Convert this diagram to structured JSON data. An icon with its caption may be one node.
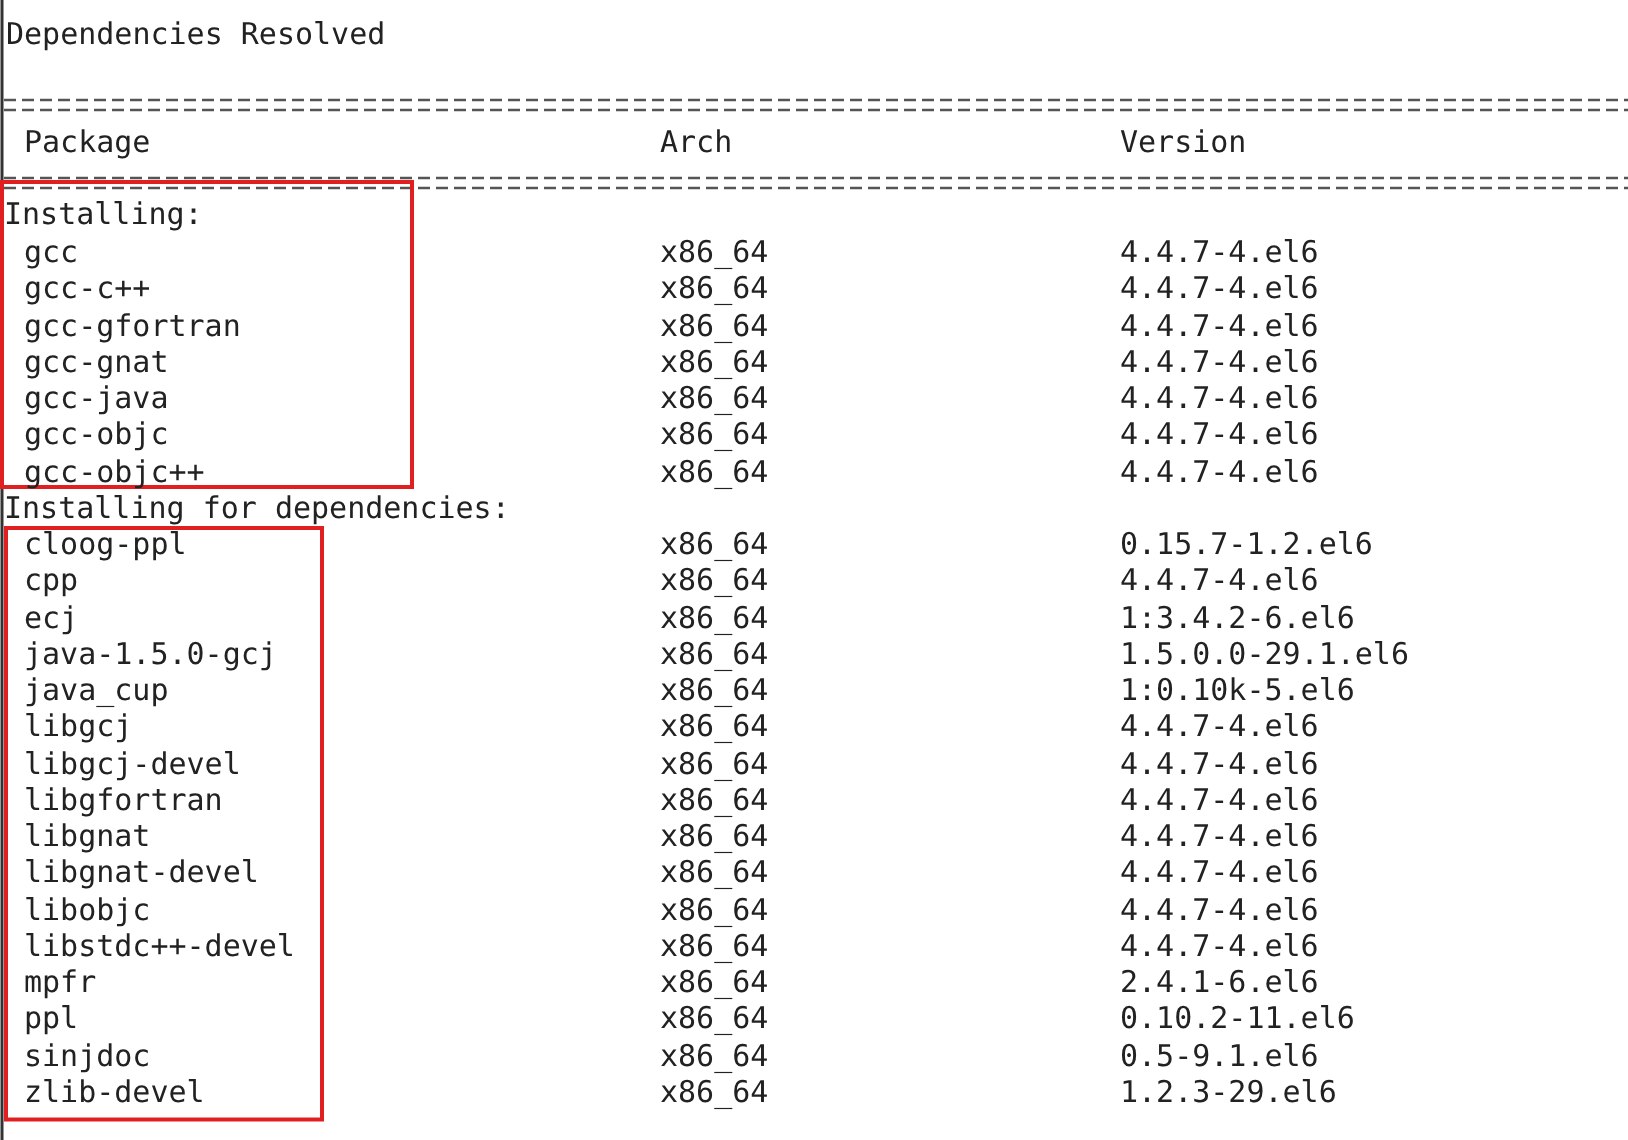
{
  "diagram": {
    "labels": [
      "Dependencies Resolved",
      "Package",
      "Arch",
      "Version",
      "Installing:",
      "gcc",
      "x86_64",
      "4.4.7-4.el6",
      "gcc-c++",
      "x86_64",
      "4.4.7-4.el6",
      "gcc-gfortran",
      "x86_64",
      "4.4.7-4.el6",
      "gcc-gnat",
      "x86_64",
      "4.4.7-4.el6",
      "gcc-java",
      "x86_64",
      "4.4.7-4.el6",
      "gcc-objc",
      "x86_64",
      "4.4.7-4.el6",
      "gcc-objc++",
      "x86_64",
      "4.4.7-4.el6",
      "Installing for dependencies:",
      "cloog-ppl",
      "x86_64",
      "0.15.7-1.2.el6",
      "cpp",
      "x86_64",
      "4.4.7-4.el6",
      "ecj",
      "x86_64",
      "1:3.4.2-6.el6",
      "java-1.5.0-gcj",
      "x86_64",
      "1.5.0.0-29.1.el6",
      "java_cup",
      "x86_64",
      "1:0.10k-5.el6",
      "libgcj",
      "x86_64",
      "4.4.7-4.el6",
      "libgcj-devel",
      "x86_64",
      "4.4.7-4.el6",
      "libgfortran",
      "x86_64",
      "4.4.7-4.el6",
      "libgnat",
      "x86_64",
      "4.4.7-4.el6",
      "libgnat-devel",
      "x86_64",
      "4.4.7-4.el6",
      "libobjc",
      "x86_64",
      "4.4.7-4.el6",
      "libstdc++-devel",
      "x86_64",
      "4.4.7-4.el6",
      "mpfr",
      "x86_64",
      "2.4.1-6.el6",
      "ppl",
      "x86_64",
      "0.10.2-11.el6",
      "sinjdoc",
      "x86_64",
      "0.5-9.1.el6",
      "zlib-devel",
      "x86_64",
      "1.2.3-29.el6"
    ]
  }
}
